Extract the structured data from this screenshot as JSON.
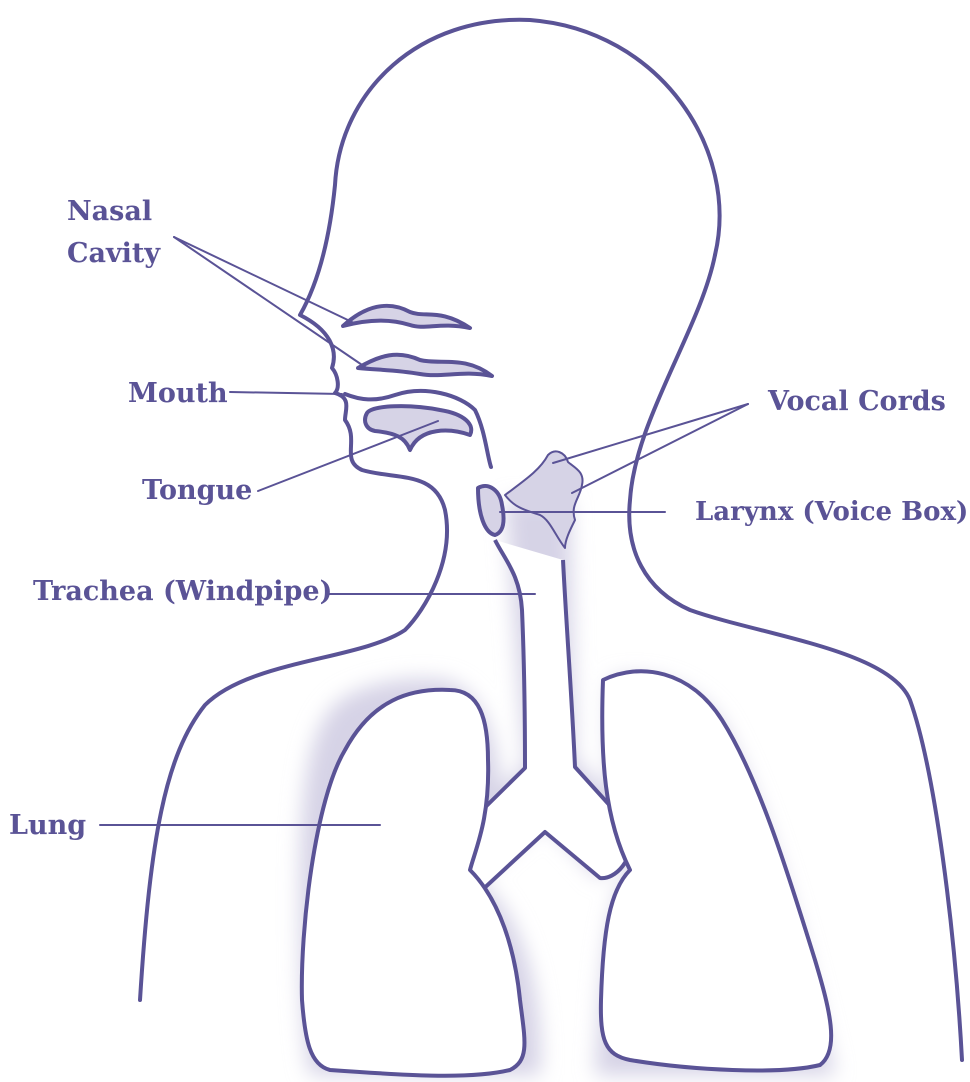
{
  "colors": {
    "outline": "#5a5396",
    "shading": "#d6d3e6",
    "background": "#ffffff"
  },
  "labels": {
    "nasal_cavity_line1": "Nasal",
    "nasal_cavity_line2": "Cavity",
    "mouth": "Mouth",
    "tongue": "Tongue",
    "trachea": "Trachea (Windpipe)",
    "lung": "Lung",
    "vocal_cords": "Vocal Cords",
    "larynx": "Larynx (Voice Box)"
  }
}
